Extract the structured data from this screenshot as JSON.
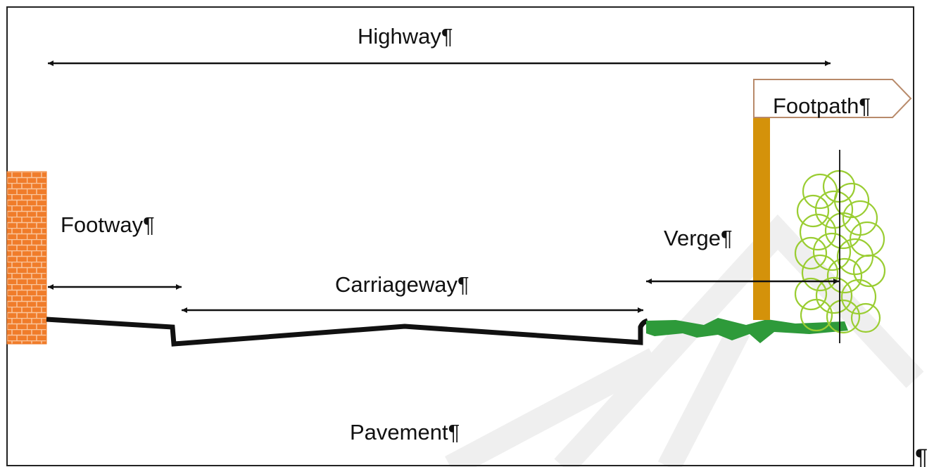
{
  "labels": {
    "highway": "Highway¶",
    "footpath": "Footpath¶",
    "footway": "Footway¶",
    "verge": "Verge¶",
    "carriageway": "Carriageway¶",
    "pavement": "Pavement¶",
    "trailing_mark": "¶"
  },
  "colors": {
    "frame": "#222222",
    "arrow": "#111111",
    "brick": "#f07c2a",
    "mortar": "#f7c39a",
    "road_surface": "#111111",
    "grass": "#2e9a3a",
    "post": "#d4920a",
    "sign_border": "#b88a6a",
    "hedge": "#9acd32",
    "watermark": "#ececec"
  },
  "icons": {
    "wall": "brick-wall-icon",
    "signpost": "signpost-icon",
    "hedge": "hedge-icon",
    "grass": "grass-verge-icon"
  }
}
